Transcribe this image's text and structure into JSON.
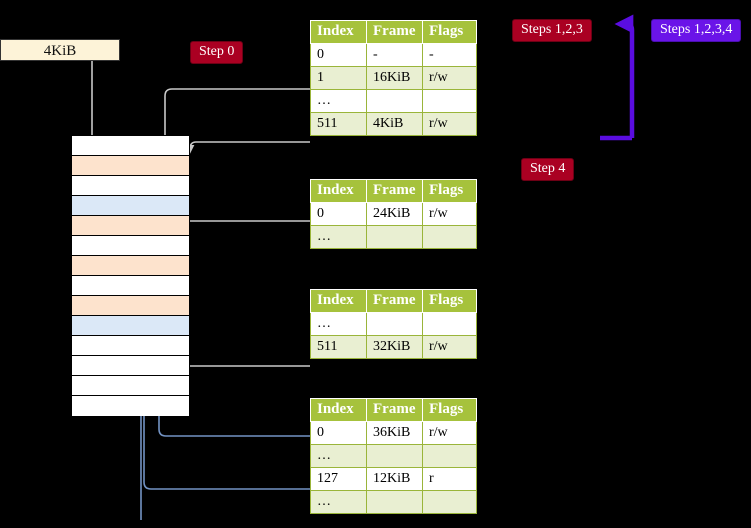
{
  "labels": {
    "kib_box": "4KiB",
    "step0": "Step 0",
    "steps123": "Steps 1,2,3",
    "steps1234": "Steps 1,2,3,4",
    "step4": "Step 4"
  },
  "colors": {
    "background": "#000000",
    "table_header": "#a6c23c",
    "table_alt_row": "#e9efd2",
    "highlight_cell": "#fbf8a0",
    "badge_crimson": "#aa0022",
    "badge_violet": "#6a14e8",
    "kib_box_fill": "#fdf3d8",
    "mem_orange": "#fde3cd",
    "mem_blue": "#dbe8f7",
    "wire_gray": "#b3b3b3",
    "wire_blue": "#7393c4"
  },
  "table_columns": [
    "Index",
    "Frame",
    "Flags"
  ],
  "tables": [
    {
      "id": "level-4-table",
      "rows": [
        {
          "index": "0",
          "frame": "-",
          "flags": "-",
          "alt": false,
          "highlight": false
        },
        {
          "index": "1",
          "frame": "16KiB",
          "flags": "r/w",
          "alt": true,
          "highlight": false
        },
        {
          "index": "…",
          "frame": "",
          "flags": "",
          "alt": false,
          "highlight": false
        },
        {
          "index": "511",
          "frame": "4KiB",
          "flags": "r/w",
          "alt": true,
          "highlight": true
        }
      ]
    },
    {
      "id": "level-3-table",
      "rows": [
        {
          "index": "0",
          "frame": "24KiB",
          "flags": "r/w",
          "alt": false,
          "highlight": false
        },
        {
          "index": "…",
          "frame": "",
          "flags": "",
          "alt": true,
          "highlight": false
        }
      ]
    },
    {
      "id": "level-2-table",
      "rows": [
        {
          "index": "…",
          "frame": "",
          "flags": "",
          "alt": false,
          "highlight": false
        },
        {
          "index": "511",
          "frame": "32KiB",
          "flags": "r/w",
          "alt": true,
          "highlight": false
        }
      ]
    },
    {
      "id": "level-1-table",
      "rows": [
        {
          "index": "0",
          "frame": "36KiB",
          "flags": "r/w",
          "alt": false,
          "highlight": false
        },
        {
          "index": "…",
          "frame": "",
          "flags": "",
          "alt": true,
          "highlight": false
        },
        {
          "index": "127",
          "frame": "12KiB",
          "flags": "r",
          "alt": false,
          "highlight": false
        },
        {
          "index": "…",
          "frame": "",
          "flags": "",
          "alt": true,
          "highlight": false
        }
      ]
    }
  ],
  "memory_column": {
    "cells": [
      {
        "fill": "white"
      },
      {
        "fill": "orange"
      },
      {
        "fill": "white"
      },
      {
        "fill": "blue"
      },
      {
        "fill": "orange"
      },
      {
        "fill": "white"
      },
      {
        "fill": "orange"
      },
      {
        "fill": "white"
      },
      {
        "fill": "orange"
      },
      {
        "fill": "blue"
      },
      {
        "fill": "white"
      },
      {
        "fill": "white"
      },
      {
        "fill": "white"
      },
      {
        "fill": "white"
      }
    ]
  }
}
